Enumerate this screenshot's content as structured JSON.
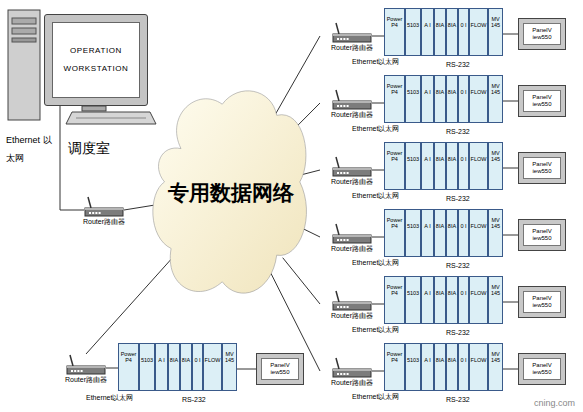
{
  "diagram": {
    "nodes": [
      {
        "text": [
          "OPERATION WORKSTATION"
        ]
      },
      {
        "text": [
          "Router路由器"
        ]
      },
      {
        "text": [
          "专用数据网络"
        ]
      },
      {
        "text": [
          "Router路由器"
        ]
      },
      {
        "text": [
          "Power P4"
        ]
      },
      {
        "text": [
          "5103"
        ]
      },
      {
        "text": [
          "A I"
        ]
      },
      {
        "text": [
          "8IA"
        ]
      },
      {
        "text": [
          "8IA"
        ]
      },
      {
        "text": [
          "0 I"
        ]
      },
      {
        "text": [
          "FLOW"
        ]
      },
      {
        "text": [
          "MV 145"
        ]
      },
      {
        "text": [
          "PanelV iew550"
        ]
      },
      {
        "text": [
          "Router路由器"
        ]
      },
      {
        "text": [
          "Power P4"
        ]
      },
      {
        "text": [
          "5103"
        ]
      },
      {
        "text": [
          "A I"
        ]
      },
      {
        "text": [
          "8IA"
        ]
      },
      {
        "text": [
          "8IA"
        ]
      },
      {
        "text": [
          "0 I"
        ]
      },
      {
        "text": [
          "FLOW"
        ]
      },
      {
        "text": [
          "MV 145"
        ]
      },
      {
        "text": [
          "PanelV iew550"
        ]
      },
      {
        "text": [
          "Router路由器"
        ]
      },
      {
        "text": [
          "Power P4"
        ]
      },
      {
        "text": [
          "5103"
        ]
      },
      {
        "text": [
          "A I"
        ]
      },
      {
        "text": [
          "8IA"
        ]
      },
      {
        "text": [
          "8IA"
        ]
      },
      {
        "text": [
          "0 I"
        ]
      },
      {
        "text": [
          "FLOW"
        ]
      },
      {
        "text": [
          "MV 145"
        ]
      },
      {
        "text": [
          "PanelV iew550"
        ]
      },
      {
        "text": [
          "Router路由器"
        ]
      },
      {
        "text": [
          "Power P4"
        ]
      },
      {
        "text": [
          "5103"
        ]
      },
      {
        "text": [
          "A I"
        ]
      },
      {
        "text": [
          "8IA"
        ]
      },
      {
        "text": [
          "8IA"
        ]
      },
      {
        "text": [
          "0 I"
        ]
      },
      {
        "text": [
          "FLOW"
        ]
      },
      {
        "text": [
          "MV 145"
        ]
      },
      {
        "text": [
          "PanelV iew550"
        ]
      },
      {
        "text": [
          "Router路由器"
        ]
      },
      {
        "text": [
          "Power P4"
        ]
      },
      {
        "text": [
          "5103"
        ]
      },
      {
        "text": [
          "A I"
        ]
      },
      {
        "text": [
          "8IA"
        ]
      },
      {
        "text": [
          "8IA"
        ]
      },
      {
        "text": [
          "0 I"
        ]
      },
      {
        "text": [
          "FLOW"
        ]
      },
      {
        "text": [
          "MV 145"
        ]
      },
      {
        "text": [
          "PanelV iew550"
        ]
      },
      {
        "text": [
          "Router路由器"
        ]
      },
      {
        "text": [
          "Power P4"
        ]
      },
      {
        "text": [
          "5103"
        ]
      },
      {
        "text": [
          "A I"
        ]
      },
      {
        "text": [
          "8IA"
        ]
      },
      {
        "text": [
          "8IA"
        ]
      },
      {
        "text": [
          "0 I"
        ]
      },
      {
        "text": [
          "FLOW"
        ]
      },
      {
        "text": [
          "MV 145"
        ]
      },
      {
        "text": [
          "PanelV iew550"
        ]
      },
      {
        "text": [
          "Router路由器"
        ]
      },
      {
        "text": [
          "Power P4"
        ]
      },
      {
        "text": [
          "5103"
        ]
      },
      {
        "text": [
          "A I"
        ]
      },
      {
        "text": [
          "8IA"
        ]
      },
      {
        "text": [
          "8IA"
        ]
      },
      {
        "text": [
          "0 I"
        ]
      },
      {
        "text": [
          "FLOW"
        ]
      },
      {
        "text": [
          "MV 145"
        ]
      },
      {
        "text": [
          "PanelV iew550"
        ]
      }
    ],
    "edges": [
      {
        "from": 0,
        "to": 1,
        "arrow": "none"
      },
      {
        "from": 1,
        "to": 2,
        "arrow": "none"
      },
      {
        "from": 2,
        "to": 3,
        "arrow": "none"
      },
      {
        "from": 3,
        "to": 4,
        "arrow": "none"
      },
      {
        "from": 11,
        "to": 12,
        "arrow": "none"
      },
      {
        "from": 2,
        "to": 13,
        "arrow": "none"
      },
      {
        "from": 13,
        "to": 14,
        "arrow": "none"
      },
      {
        "from": 21,
        "to": 22,
        "arrow": "none"
      },
      {
        "from": 2,
        "to": 23,
        "arrow": "none"
      },
      {
        "from": 23,
        "to": 24,
        "arrow": "none"
      },
      {
        "from": 31,
        "to": 32,
        "arrow": "none"
      },
      {
        "from": 2,
        "to": 33,
        "arrow": "none"
      },
      {
        "from": 33,
        "to": 34,
        "arrow": "none"
      },
      {
        "from": 41,
        "to": 42,
        "arrow": "none"
      },
      {
        "from": 2,
        "to": 43,
        "arrow": "none"
      },
      {
        "from": 43,
        "to": 44,
        "arrow": "none"
      },
      {
        "from": 51,
        "to": 52,
        "arrow": "none"
      },
      {
        "from": 2,
        "to": 53,
        "arrow": "none"
      },
      {
        "from": 53,
        "to": 54,
        "arrow": "none"
      },
      {
        "from": 61,
        "to": 62,
        "arrow": "none"
      },
      {
        "from": 2,
        "to": 63,
        "arrow": "none"
      },
      {
        "from": 63,
        "to": 64,
        "arrow": "none"
      },
      {
        "from": 71,
        "to": 72,
        "arrow": "none"
      }
    ],
    "labels": [
      "Ethernet 以太网",
      "调度室",
      "Ethernet以太网",
      "RS-232",
      "Ethernet以太网",
      "RS-232",
      "Ethernet以太网",
      "RS-232",
      "Ethernet以太网",
      "RS-232",
      "Ethernet以太网",
      "RS-232",
      "Ethernet以太网",
      "RS-232",
      "Ethernet以太网",
      "RS-232",
      "cning.com"
    ]
  }
}
